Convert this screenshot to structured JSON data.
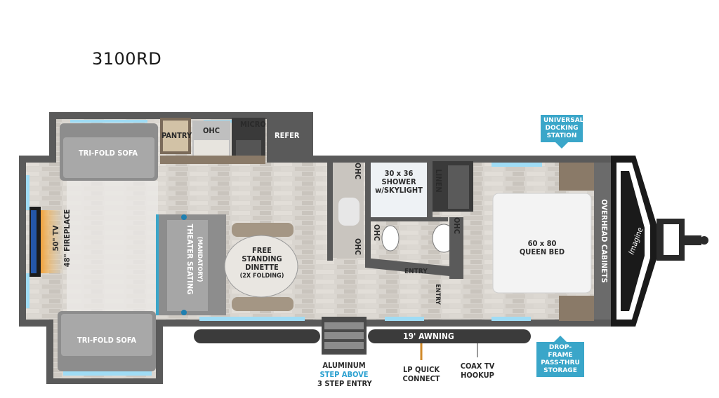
{
  "model": "3100RD",
  "badges": {
    "docking": [
      "UNIVERSAL",
      "DOCKING",
      "STATION"
    ],
    "storage": [
      "DROP-FRAME",
      "PASS-THRU",
      "STORAGE"
    ]
  },
  "labels": {
    "sofa_top": "TRI-FOLD SOFA",
    "sofa_bottom": "TRI-FOLD SOFA",
    "pantry": "PANTRY",
    "ohc_kitchen": "OHC",
    "micro": "MICRO",
    "refer": "REFER",
    "tv": "50\" TV",
    "fireplace": "48\" FIREPLACE",
    "theater": "THEATER SEATING",
    "theater_note": "(MANDATORY)",
    "dinette": [
      "FREE",
      "STANDING",
      "DINETTE",
      "(2X FOLDING)"
    ],
    "ohc_bath_top": "OHC",
    "ohc_bath_bottom": "OHC",
    "ohc_toilet": "OHC",
    "ohc_sink": "OHC",
    "shower": [
      "30 x 36",
      "SHOWER",
      "w/SKYLIGHT"
    ],
    "linen": "LINEN",
    "entry_bath": "ENTRY",
    "entry_side": "ENTRY",
    "bed": [
      "60 x 80",
      "QUEEN BED"
    ],
    "overhead": "OVERHEAD CABINETS",
    "awning": "19' AWNING",
    "brand": "Imagine"
  },
  "callouts": {
    "step": [
      "ALUMINUM",
      "STEP ABOVE",
      "3 STEP ENTRY"
    ],
    "lp": [
      "LP QUICK",
      "CONNECT"
    ],
    "coax": [
      "COAX TV",
      "HOOKUP"
    ]
  },
  "colors": {
    "wall": "#5e5e5e",
    "floor": "#d6d2cc",
    "accent_blue": "#3aa6c9",
    "led": "#9fdcf5"
  }
}
